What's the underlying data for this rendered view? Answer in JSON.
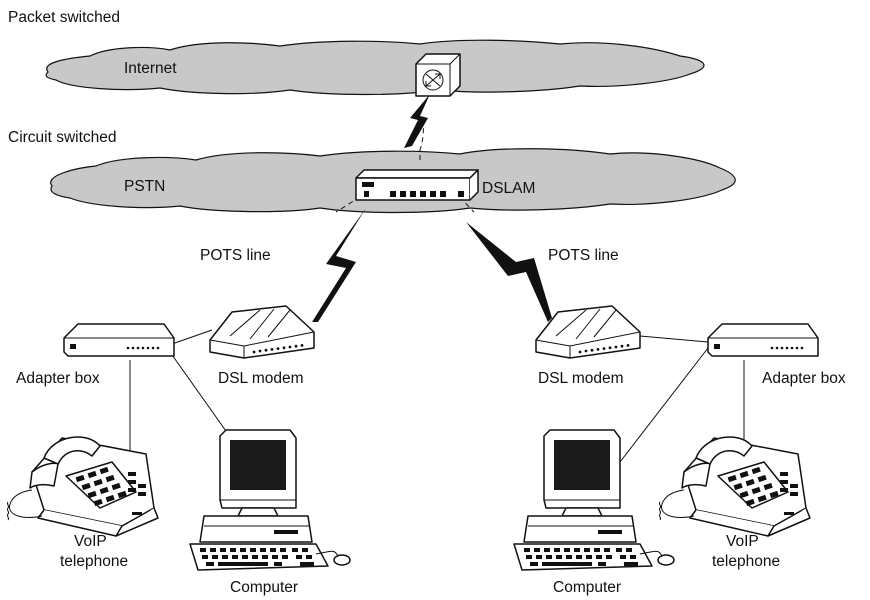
{
  "labels": {
    "packet_switched": "Packet switched",
    "circuit_switched": "Circuit switched",
    "internet": "Internet",
    "pstn": "PSTN",
    "dslam": "DSLAM",
    "pots_left": "POTS line",
    "pots_right": "POTS line",
    "adapter_left": "Adapter box",
    "adapter_right": "Adapter box",
    "modem_left": "DSL modem",
    "modem_right": "DSL modem",
    "voip_left_1": "VoIP",
    "voip_left_2": "telephone",
    "voip_right_1": "VoIP",
    "voip_right_2": "telephone",
    "computer_left": "Computer",
    "computer_right": "Computer"
  },
  "icons": {
    "router": "router-icon",
    "dslam": "dslam-icon",
    "modem": "dsl-modem-icon",
    "adapter": "adapter-box-icon",
    "phone": "telephone-icon",
    "computer": "computer-icon",
    "link": "lightning-link-icon"
  },
  "colors": {
    "ink": "#111111",
    "cloud": "#c8c8c8",
    "screen": "#1a1a1a"
  }
}
